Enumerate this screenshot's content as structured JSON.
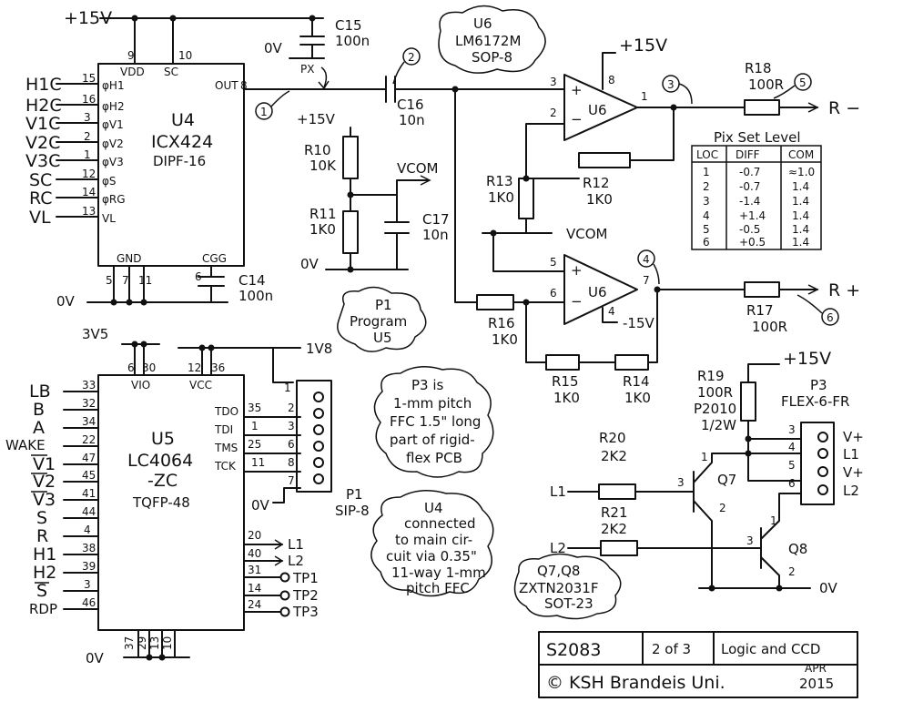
{
  "power": {
    "p15_top": "+15V",
    "p15_op": "+15V",
    "p15_r10": "+15V",
    "p15_p3": "+15V",
    "m15": "-15V",
    "v3v5": "3V5",
    "v1v8": "1V8",
    "zero_u4": "0V",
    "zero_c15": "0V",
    "zero_r11": "0V",
    "zero_u5": "0V",
    "zero_p1": "0V",
    "zero_q8": "0V",
    "vcom1": "VCOM",
    "vcom2": "VCOM"
  },
  "u4": {
    "ref": "U4",
    "part": "ICX424",
    "pkg": "DIPF-16",
    "top_pins": [
      {
        "n": "9",
        "name": "VDD"
      },
      {
        "n": "10",
        "name": "SC"
      }
    ],
    "out": {
      "n": "8",
      "name": "OUT"
    },
    "left_pins": [
      {
        "net": "H1C",
        "n": "15",
        "name": "φH1"
      },
      {
        "net": "H2C",
        "n": "16",
        "name": "φH2"
      },
      {
        "net": "V1C",
        "n": "3",
        "name": "φV1"
      },
      {
        "net": "V2C",
        "n": "2",
        "name": "φV2"
      },
      {
        "net": "V3C",
        "n": "1",
        "name": "φV3"
      },
      {
        "net": "SC",
        "n": "12",
        "name": "φS"
      },
      {
        "net": "RC",
        "n": "14",
        "name": "φRG"
      },
      {
        "net": "VL",
        "n": "13",
        "name": "VL"
      }
    ],
    "gnd_label": "GND",
    "cgg_label": "CGG",
    "gnd_pins": [
      "5",
      "7",
      "11"
    ],
    "cgg_pin": "6"
  },
  "caps": {
    "c15": "C15",
    "c15_val": "100n",
    "px": "PX",
    "c16": "C16",
    "c16_val": "10n",
    "c17": "C17",
    "c17_val": "10n",
    "c14": "C14",
    "c14_val": "100n"
  },
  "resistors": {
    "r10": "R10",
    "r10_val": "10K",
    "r11": "R11",
    "r11_val": "1K0",
    "r12": "R12",
    "r12_val": "1K0",
    "r13": "R13",
    "r13_val": "1K0",
    "r14": "R14",
    "r14_val": "1K0",
    "r15": "R15",
    "r15_val": "1K0",
    "r16": "R16",
    "r16_val": "1K0",
    "r17": "R17",
    "r17_val": "100R",
    "r18": "R18",
    "r18_val": "100R",
    "r19": "R19",
    "r19_val": "100R",
    "r19_pkg": "P2010",
    "r19_pwr": "1/2W",
    "r20": "R20",
    "r20_val": "2K2",
    "r21": "R21",
    "r21_val": "2K2"
  },
  "opamp": {
    "ref": "U6",
    "a_in_p": "3",
    "a_in_n": "2",
    "a_out": "1",
    "a_vp": "8",
    "b_in_p": "5",
    "b_in_n": "6",
    "b_out": "7",
    "b_vn": "4",
    "plus": "+",
    "minus": "−"
  },
  "notes": {
    "u6_l1": "U6",
    "u6_l2": "LM6172M",
    "u6_l3": "SOP-8",
    "p1_l1": "P1",
    "p1_l2": "Program",
    "p1_l3": "U5",
    "p3_l1": "P3 is",
    "p3_l2": "1-mm pitch",
    "p3_l3": "FFC 1.5\" long",
    "p3_l4": "part of rigid-",
    "p3_l5": "flex PCB",
    "u4c_l1": "U4",
    "u4c_l2": "connected",
    "u4c_l3": "to main cir-",
    "u4c_l4": "cuit via 0.35\"",
    "u4c_l5": "11-way 1-mm",
    "u4c_l6": "pitch FFC",
    "q_l1": "Q7,Q8",
    "q_l2": "ZXTN2031F",
    "q_l3": "SOT-23"
  },
  "probes": {
    "p1": "1",
    "p2": "2",
    "p3": "3",
    "p4": "4",
    "p5": "5",
    "p6": "6"
  },
  "outputs": {
    "rm": "R −",
    "rp": "R +"
  },
  "pix_table": {
    "title": "Pix Set Level",
    "headers": [
      "LOC",
      "DIFF",
      "COM"
    ],
    "rows": [
      [
        "1",
        "-0.7",
        "≈1.0"
      ],
      [
        "2",
        "-0.7",
        "1.4"
      ],
      [
        "3",
        "-1.4",
        "1.4"
      ],
      [
        "4",
        "+1.4",
        "1.4"
      ],
      [
        "5",
        "-0.5",
        "1.4"
      ],
      [
        "6",
        "+0.5",
        "1.4"
      ]
    ]
  },
  "u5": {
    "ref": "U5",
    "part1": "LC4064",
    "part2": "-ZC",
    "pkg": "TQFP-48",
    "vio": "VIO",
    "vcc": "VCC",
    "top_pins": [
      "6",
      "30",
      "12",
      "36"
    ],
    "left_pins": [
      {
        "net": "LB",
        "n": "33"
      },
      {
        "net": "B",
        "n": "32"
      },
      {
        "net": "A",
        "n": "34"
      },
      {
        "net": "WAKE",
        "n": "22"
      },
      {
        "net": "V1",
        "n": "47"
      },
      {
        "net": "V2",
        "n": "45"
      },
      {
        "net": "V3",
        "n": "41"
      },
      {
        "net": "S",
        "n": "44"
      },
      {
        "net": "R",
        "n": "4"
      },
      {
        "net": "H1",
        "n": "38"
      },
      {
        "net": "H2",
        "n": "39"
      },
      {
        "net": "S",
        "n": "3"
      },
      {
        "net": "RDP",
        "n": "46"
      }
    ],
    "jtag": [
      {
        "name": "TDO",
        "n": "35",
        "p1": "2"
      },
      {
        "name": "TDI",
        "n": "1",
        "p1": "3"
      },
      {
        "name": "TMS",
        "n": "25",
        "p1": "6"
      },
      {
        "name": "TCK",
        "n": "11",
        "p1": "8"
      }
    ],
    "right_pins": [
      {
        "n": "20",
        "net": "L1"
      },
      {
        "n": "40",
        "net": "L2"
      },
      {
        "n": "31",
        "net": "TP1"
      },
      {
        "n": "14",
        "net": "TP2"
      },
      {
        "n": "24",
        "net": "TP3"
      }
    ],
    "bottom_pins": [
      "37",
      "29",
      "13",
      "10"
    ]
  },
  "p1": {
    "ref": "P1",
    "type": "SIP-8",
    "pin1": "1",
    "pin7": "7"
  },
  "p3": {
    "ref": "P3",
    "type": "FLEX-6-FR",
    "pins": [
      {
        "n": "3",
        "net": "V+"
      },
      {
        "n": "4",
        "net": "L1"
      },
      {
        "n": "5",
        "net": "V+"
      },
      {
        "n": "6",
        "net": "L2"
      }
    ]
  },
  "q": {
    "q7": "Q7",
    "q8": "Q8",
    "l1": "L1",
    "l2": "L2",
    "q7_b": "3",
    "q7_c": "1",
    "q7_e": "2",
    "q8_b": "3",
    "q8_c": "1",
    "q8_e": "2"
  },
  "title_block": {
    "doc": "S2083",
    "sheet": "2 of 3",
    "title": "Logic and CCD",
    "author": "© KSH Brandeis Uni.",
    "month": "APR",
    "year": "2015"
  }
}
